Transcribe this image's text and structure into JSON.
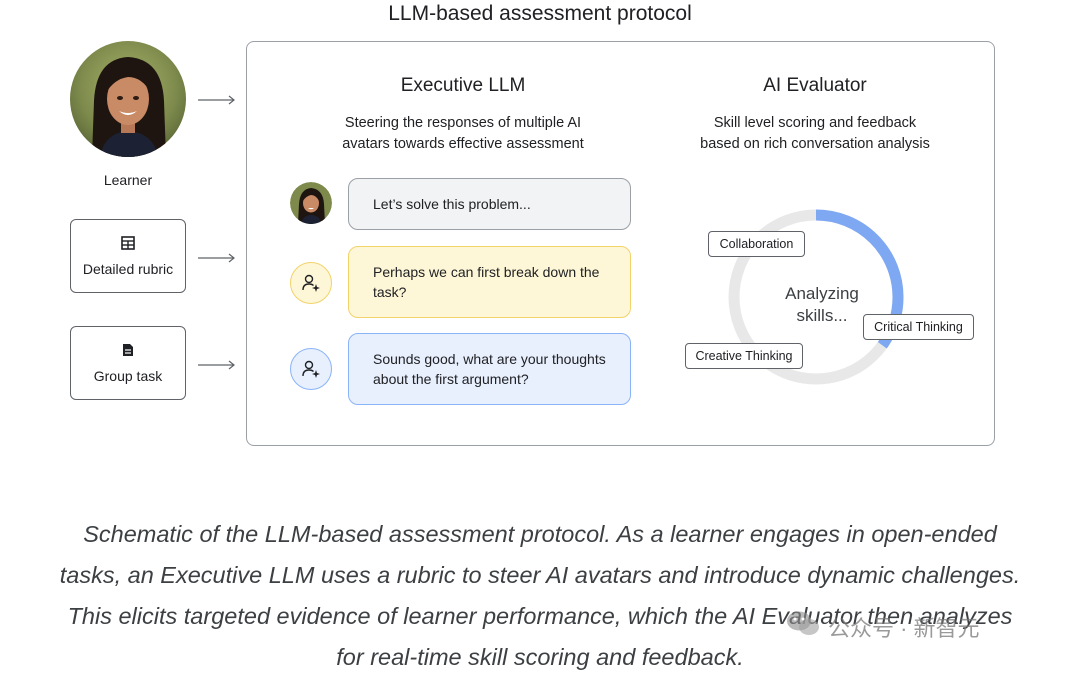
{
  "diagram_title": "LLM-based assessment protocol",
  "inputs": {
    "learner_label": "Learner",
    "rubric_label": "Detailed rubric",
    "task_label": "Group task"
  },
  "executive": {
    "title": "Executive LLM",
    "subtitle_line1": "Steering the responses of multiple AI",
    "subtitle_line2": "avatars towards effective assessment",
    "messages": [
      {
        "text": "Let’s solve this problem...",
        "speaker": "learner-avatar"
      },
      {
        "text": "Perhaps we can first break down the task?",
        "speaker": "ai-avatar-icon"
      },
      {
        "text": "Sounds good, what are your thoughts about the first argument?",
        "speaker": "ai-avatar-icon"
      }
    ]
  },
  "evaluator": {
    "title": "AI Evaluator",
    "subtitle_line1": "Skill level scoring and feedback",
    "subtitle_line2": "based on rich conversation analysis",
    "center_line1": "Analyzing",
    "center_line2": "skills...",
    "skills": [
      "Collaboration",
      "Critical Thinking",
      "Creative Thinking"
    ],
    "progress_fraction": 0.35,
    "ring_color": "#7ea8f2",
    "track_color": "#e8e8e8"
  },
  "caption": {
    "line1": "Schematic of the LLM-based assessment protocol. As a learner engages in open-ended",
    "line2": "tasks, an Executive LLM uses a rubric to steer AI avatars and introduce dynamic challenges.",
    "line3": "This elicits targeted evidence of learner performance, which the AI Evaluator then analyzes",
    "line4": "for real-time skill scoring and feedback."
  },
  "watermark": "公众号 · 新智元",
  "colors": {
    "yellow_bubble": "#fef7d7",
    "blue_bubble": "#e8f0fe",
    "gray_bubble": "#f1f3f4"
  }
}
